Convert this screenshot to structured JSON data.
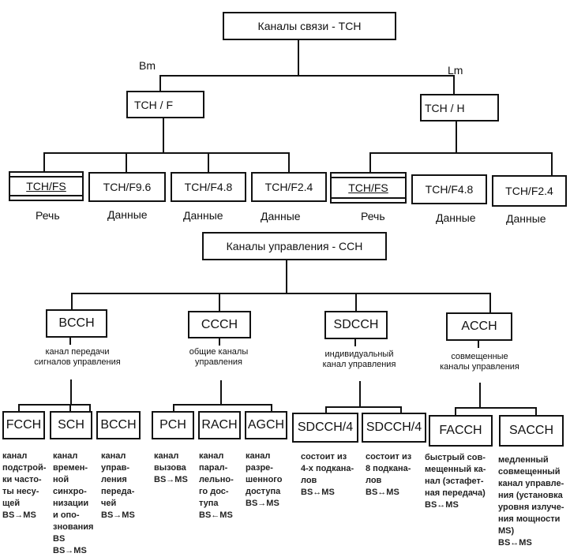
{
  "tch": {
    "root": "Каналы связи - TCH",
    "left_label": "Bm",
    "right_label": "Lm",
    "full": "TCH / F",
    "half": "TCH / H",
    "full_children": [
      {
        "name": "TCH/FS",
        "type": "Речь"
      },
      {
        "name": "TCH/F9.6",
        "type": "Данные"
      },
      {
        "name": "TCH/F4.8",
        "type": "Данные"
      },
      {
        "name": "TCH/F2.4",
        "type": "Данные"
      }
    ],
    "half_children": [
      {
        "name": "TCH/FS",
        "type": "Речь"
      },
      {
        "name": "TCH/F4.8",
        "type": "Данные"
      },
      {
        "name": "TCH/F2.4",
        "type": "Данные"
      }
    ]
  },
  "cch": {
    "root": "Каналы управления - CCH",
    "groups": [
      {
        "name": "BCCH",
        "desc": [
          "канал передачи",
          "сигналов управления"
        ]
      },
      {
        "name": "CCCH",
        "desc": [
          "общие каналы",
          "управления"
        ]
      },
      {
        "name": "SDCCH",
        "desc": [
          "индивидуальный",
          "канал управления"
        ]
      },
      {
        "name": "ACCH",
        "desc": [
          "совмещенные",
          "каналы управления"
        ]
      }
    ],
    "leaves": [
      {
        "name": "FCCH",
        "note": "канал\nподстрой-\nки часто-\nты несу-\nщей\nBS→MS"
      },
      {
        "name": "SCH",
        "note": "канал\nвремен-\nной\nсинхро-\nнизации\nи опо-\nзнования\nBS\nBS→MS"
      },
      {
        "name": "BCCH",
        "note": "канал\nуправ-\nления\nпереда-\nчей\nBS→MS"
      },
      {
        "name": "PCH",
        "note": "канал\nвызова\nBS→MS"
      },
      {
        "name": "RACH",
        "note": "канал\nпарал-\nлельно-\nго дос-\nтупа\nBS←MS"
      },
      {
        "name": "AGCH",
        "note": "канал\nразре-\nшенного\nдоступа\nBS→MS"
      },
      {
        "name": "SDCCH/4",
        "note": "состоит из\n4-х подкана-\nлов\nBS↔MS"
      },
      {
        "name": "SDCCH/4",
        "note": "состоит из\n8 подкана-\nлов\nBS↔MS"
      },
      {
        "name": "FACCH",
        "note": "быстрый сов-\nмещенный ка-\nнал (эстафет-\nная передача)\nBS↔MS"
      },
      {
        "name": "SACCH",
        "note": "медленный\nсовмещенный\nканал управле-\nния (установка\nуровня излуче-\nния мощности\nMS)\nBS↔MS"
      }
    ]
  }
}
